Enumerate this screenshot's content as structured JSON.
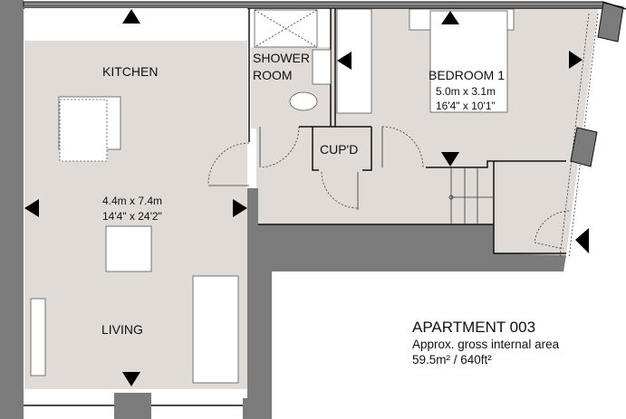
{
  "title": "APARTMENT 003",
  "area_label": "Approx. gross internal area",
  "area_value": "59.5m² / 640ft²",
  "rooms": {
    "kitchen": {
      "label": "KITCHEN"
    },
    "living": {
      "label": "LIVING",
      "dim_metric": "4.4m x 7.4m",
      "dim_imperial": "14'4\" x 24'2\""
    },
    "shower": {
      "label_line1": "SHOWER",
      "label_line2": "ROOM"
    },
    "cupboard": {
      "label": "CUP'D"
    },
    "bedroom": {
      "label": "BEDROOM 1",
      "dim_metric": "5.0m x 3.1m",
      "dim_imperial": "16'4\" x 10'1\""
    }
  },
  "colors": {
    "floor": "#e0dbd6",
    "wall": "#7b7b7b"
  }
}
